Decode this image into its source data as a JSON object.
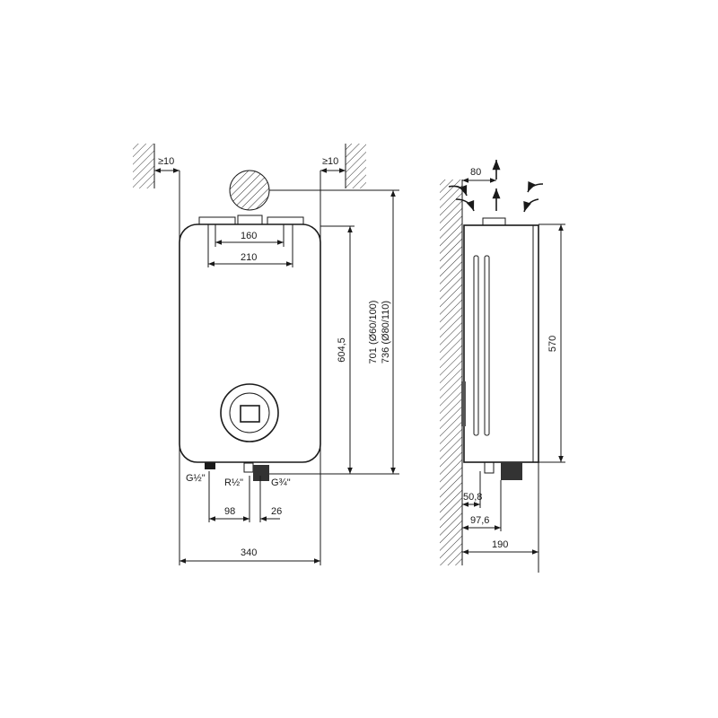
{
  "front_view": {
    "clearance_left": "≥10",
    "clearance_right": "≥10",
    "dim_bracket_inner": "160",
    "dim_bracket_outer": "210",
    "dim_height_body": "604,5",
    "dim_height_flue_60": "701 (Ø60/100)",
    "dim_height_flue_80": "736 (Ø80/110)",
    "conn_gas_left": "G½\"",
    "conn_r": "R½\"",
    "conn_g34": "G¾\"",
    "dim_98": "98",
    "dim_26": "26",
    "dim_width": "340"
  },
  "side_view": {
    "dim_flue_offset": "80",
    "dim_height": "570",
    "dim_50_8": "50,8",
    "dim_97_6": "97,6",
    "dim_depth": "190"
  }
}
